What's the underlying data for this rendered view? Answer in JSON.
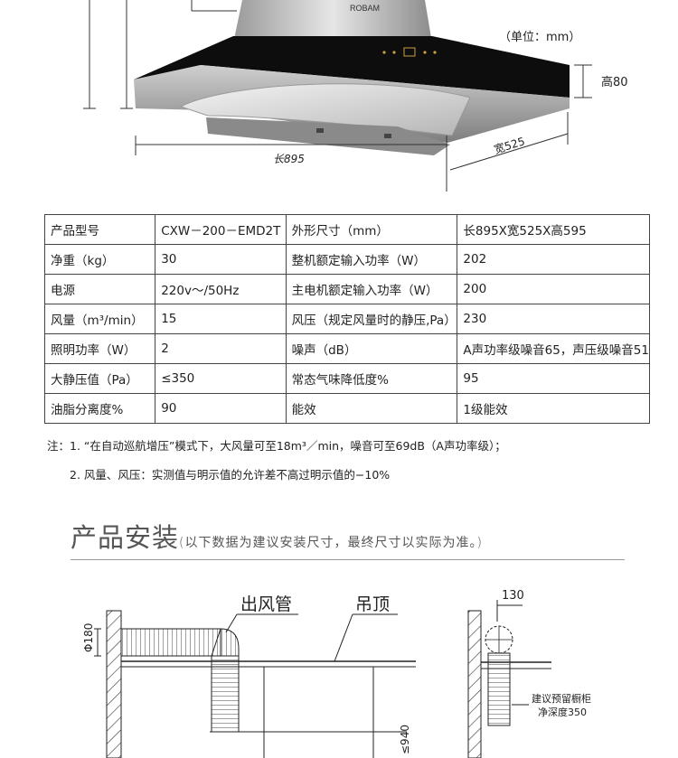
{
  "illustration": {
    "brand": "ROBAM",
    "unit_label": "（单位：mm）",
    "height_label": "高80",
    "length_label": "长895",
    "width_label": "宽525"
  },
  "spec_table": {
    "rows": [
      [
        "产品型号",
        "CXW－200－EMD2T",
        "外形尺寸（mm）",
        "长895X宽525X高595"
      ],
      [
        "净重（kg）",
        "30",
        "整机额定输入功率（W）",
        "202"
      ],
      [
        "电源",
        "220v～/50Hz",
        "主电机额定输入功率（W）",
        "200"
      ],
      [
        "风量（m³/min）",
        "15",
        "风压（规定风量时的静压,Pa）",
        "230"
      ],
      [
        "照明功率（W）",
        "2",
        "噪声（dB）",
        "A声功率级噪音65，声压级噪音51"
      ],
      [
        "大静压值（Pa）",
        "≤350",
        "常态气味降低度%",
        "95"
      ],
      [
        "油脂分离度%",
        "90",
        "能效",
        "1级能效"
      ]
    ]
  },
  "notes": {
    "line1": "注：1. “在自动巡航增压”模式下，大风量可至18m³／min，噪音可至69dB（A声功率级）；",
    "line2": "2. 风量、风压：实测值与明示值的允许差不高过明示值的−10%"
  },
  "install": {
    "title": "产品安装",
    "subtitle": "(以下数据为建议安装尺寸，最终尺寸以实际为准。)",
    "label_outlet": "出风管",
    "label_ceiling": "吊顶",
    "label_dia": "Φ180",
    "label_940": "≤940",
    "label_130": "130",
    "label_cabinet": "建议预留橱柜",
    "label_depth": "净深度350"
  }
}
